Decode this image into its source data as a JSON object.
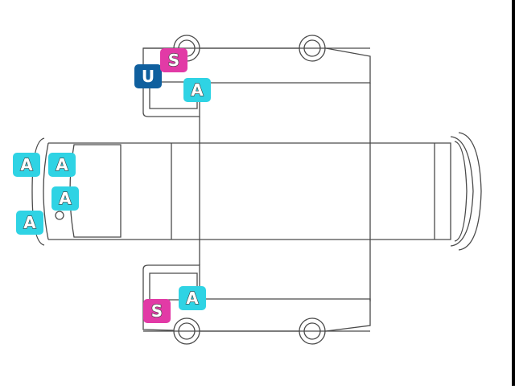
{
  "colors": {
    "line": "#4a4a4a",
    "A": "#2fd3e4",
    "S": "#e23aa6",
    "U": "#0f5f9e"
  },
  "markers": [
    {
      "id": "u-top",
      "letter": "U",
      "kind": "U"
    },
    {
      "id": "s-top",
      "letter": "S",
      "kind": "S"
    },
    {
      "id": "a-top",
      "letter": "A",
      "kind": "A"
    },
    {
      "id": "a-front-1",
      "letter": "A",
      "kind": "A"
    },
    {
      "id": "a-front-2",
      "letter": "A",
      "kind": "A"
    },
    {
      "id": "a-front-3",
      "letter": "A",
      "kind": "A"
    },
    {
      "id": "a-front-4",
      "letter": "A",
      "kind": "A"
    },
    {
      "id": "a-bottom",
      "letter": "A",
      "kind": "A"
    },
    {
      "id": "s-bottom",
      "letter": "S",
      "kind": "S"
    }
  ]
}
